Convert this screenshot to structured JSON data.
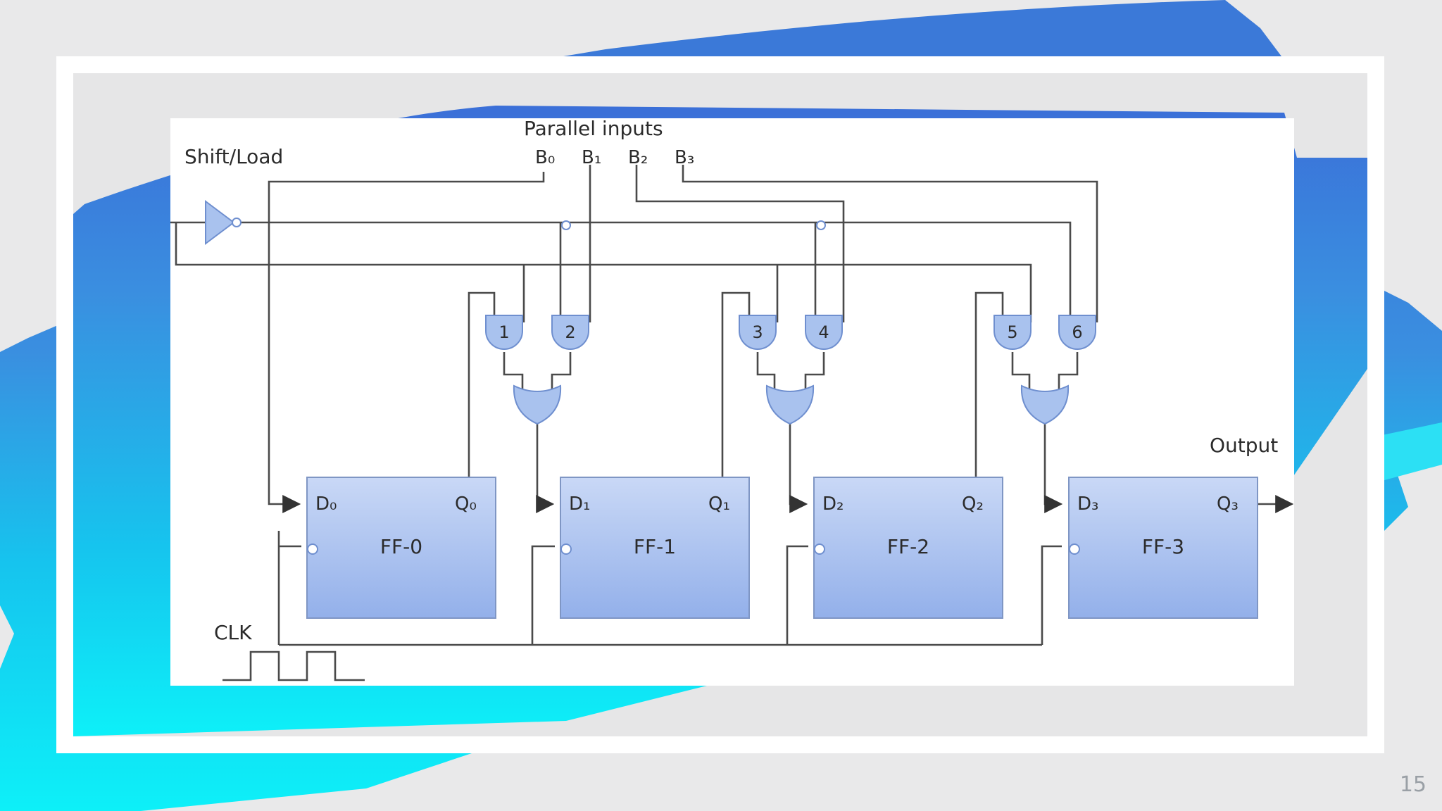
{
  "diagram": {
    "heading": "Parallel inputs",
    "control_label": "Shift/Load",
    "clock_label": "CLK",
    "output_label": "Output",
    "inputs": [
      "B₀",
      "B₁",
      "B₂",
      "B₃"
    ],
    "and_gates": [
      "1",
      "2",
      "3",
      "4",
      "5",
      "6"
    ],
    "flipflops": [
      {
        "name": "FF-0",
        "d": "D₀",
        "q": "Q₀"
      },
      {
        "name": "FF-1",
        "d": "D₁",
        "q": "Q₁"
      },
      {
        "name": "FF-2",
        "d": "D₂",
        "q": "Q₂"
      },
      {
        "name": "FF-3",
        "d": "D₃",
        "q": "Q₃"
      }
    ]
  },
  "slide": {
    "page_number": "15"
  },
  "colors": {
    "brush_blue": "#3b7ad9",
    "brush_cyan": "#11e9f7",
    "gate_fill": "#a9c2ee",
    "gate_stroke": "#6f8fcf"
  }
}
